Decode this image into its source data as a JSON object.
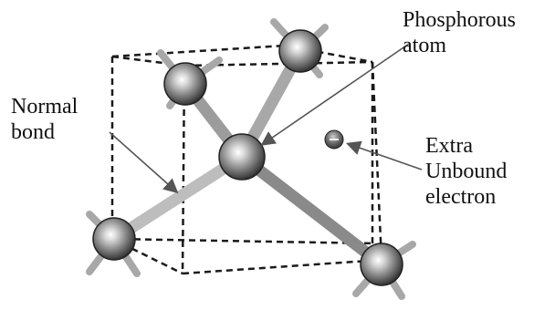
{
  "labels": {
    "phosphorous": [
      "Phosphorous",
      "atom"
    ],
    "normal_bond": [
      "Normal",
      "bond"
    ],
    "extra_electron": [
      "Extra",
      "Unbound",
      "electron"
    ]
  },
  "colors": {
    "cube_edge": "#1a1a1a",
    "bond": "#b9b9b9",
    "bond_shade": "#8a8a8a",
    "atom_dark": "#3a3a3a",
    "atom_mid": "#8f8f8f",
    "atom_light": "#f2f2f2",
    "stub": "#b0b0b0",
    "arrow": "#555555"
  }
}
